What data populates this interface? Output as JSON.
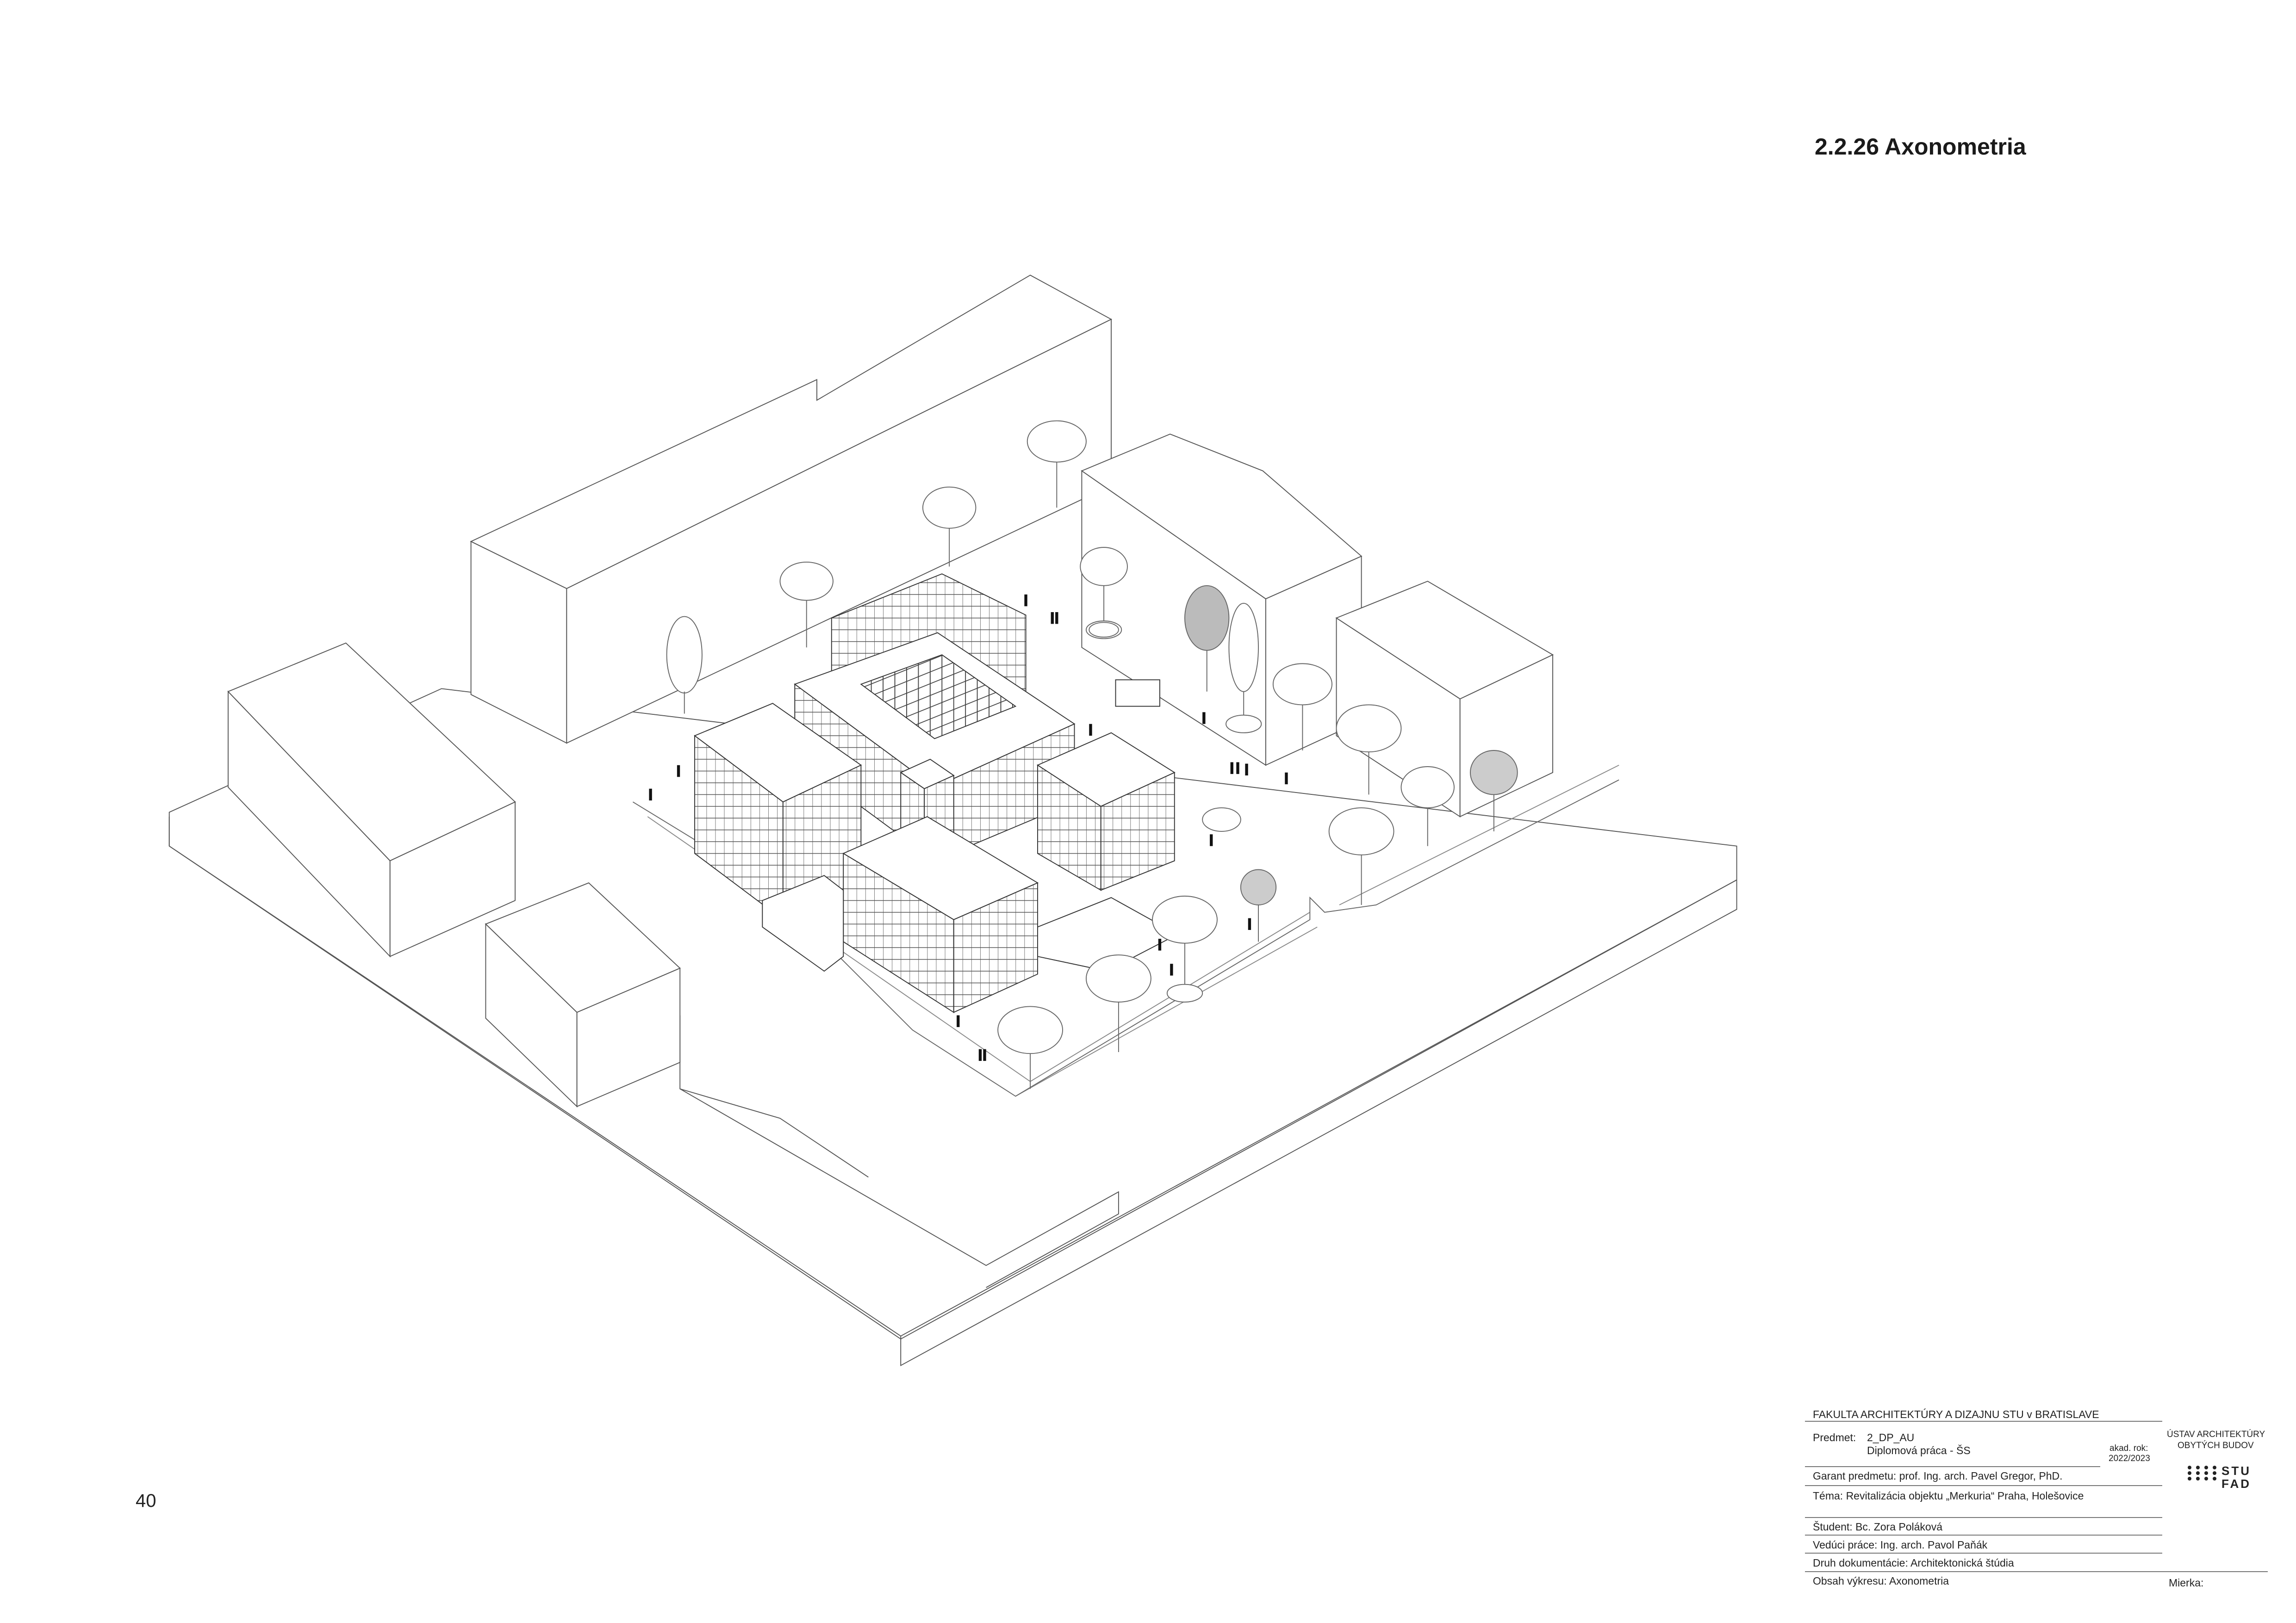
{
  "page": {
    "title": "2.2.26 Axonometria",
    "page_number": "40"
  },
  "title_block": {
    "faculty": "FAKULTA ARCHITEKTÚRY A DIZAJNU STU v BRATISLAVE",
    "subject_label": "Predmet:",
    "subject_code": "2_DP_AU",
    "subject_name": "Diplomová práca - ŠS",
    "year_label": "akad. rok:",
    "year_value": "2022/2023",
    "institute_line1": "ÚSTAV ARCHITEKTÚRY",
    "institute_line2": "OBYTÝCH BUDOV",
    "logo_line1": "STU",
    "logo_line2": "FAD",
    "guarantor": "Garant predmetu: prof. Ing. arch. Pavel Gregor, PhD.",
    "theme": "Téma: Revitalizácia objektu „Merkuria“ Praha, Holešovice",
    "student": "Študent: Bc. Zora Poláková",
    "supervisor": "Vedúci práce: Ing. arch. Pavol Paňák",
    "doc_type": "Druh dokumentácie: Architektonická štúdia",
    "content": "Obsah výkresu:  Axonometria",
    "scale_label": "Mierka:"
  }
}
